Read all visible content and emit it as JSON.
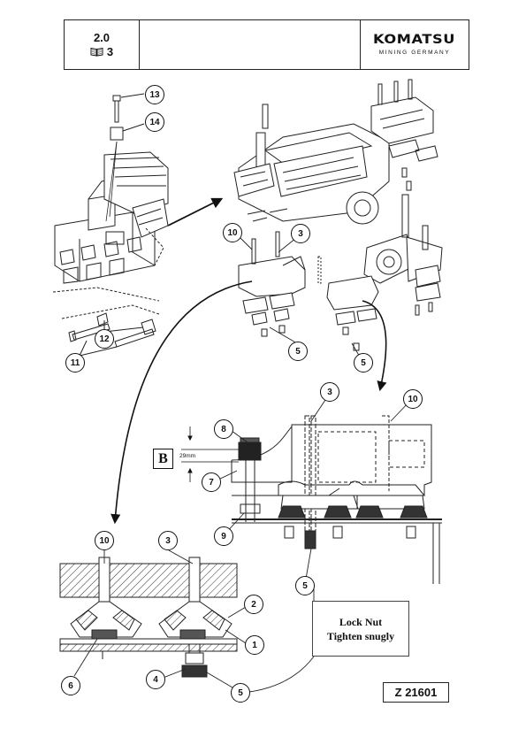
{
  "header": {
    "section": "2.0",
    "book_ref": "3",
    "brand": "KOMATSU",
    "brand_sub": "MINING GERMANY"
  },
  "icons": {
    "book": "open-book-icon"
  },
  "detail_b": {
    "label": "B",
    "dimension": "29mm"
  },
  "callout": {
    "line1": "Lock Nut",
    "line2": "Tighten snugly"
  },
  "figure_id": "Z 21601",
  "part_numbers": {
    "n13": "13",
    "n14": "14",
    "n12": "12",
    "n11": "11",
    "n10a": "10",
    "n3a": "3",
    "n5a": "5",
    "n5b": "5",
    "n3b": "3",
    "n10b": "10",
    "n8": "8",
    "n7": "7",
    "n9": "9",
    "n5c": "5",
    "n10c": "10",
    "n3c": "3",
    "n2": "2",
    "n1": "1",
    "n6": "6",
    "n4": "4",
    "n5d": "5"
  }
}
